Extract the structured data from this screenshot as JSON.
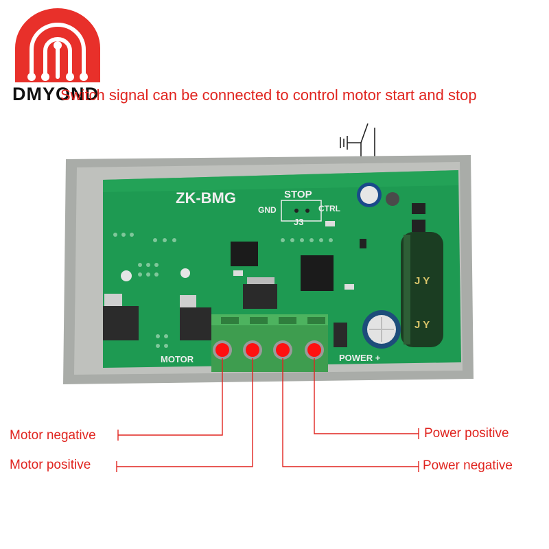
{
  "logo": {
    "brand": "DMYOND",
    "accent_color": "#e8302a"
  },
  "headline": "Switch signal can be connected to control motor start and stop",
  "board": {
    "model": "ZK-BMG",
    "stop_label": "STOP",
    "gnd_label": "GND",
    "ctrl_label": "CTRL",
    "jumper_label": "J3",
    "motor_label": "MOTOR",
    "power_label": "POWER +"
  },
  "callouts": {
    "motor_negative": "Motor negative",
    "motor_positive": "Motor positive",
    "power_positive": "Power positive",
    "power_negative": "Power negative"
  },
  "colors": {
    "annotation": "#e0241f",
    "pcb_green": "#1f9a52",
    "terminal_green": "#3c9d4e",
    "enclosure_gray": "#a7aaa6"
  }
}
